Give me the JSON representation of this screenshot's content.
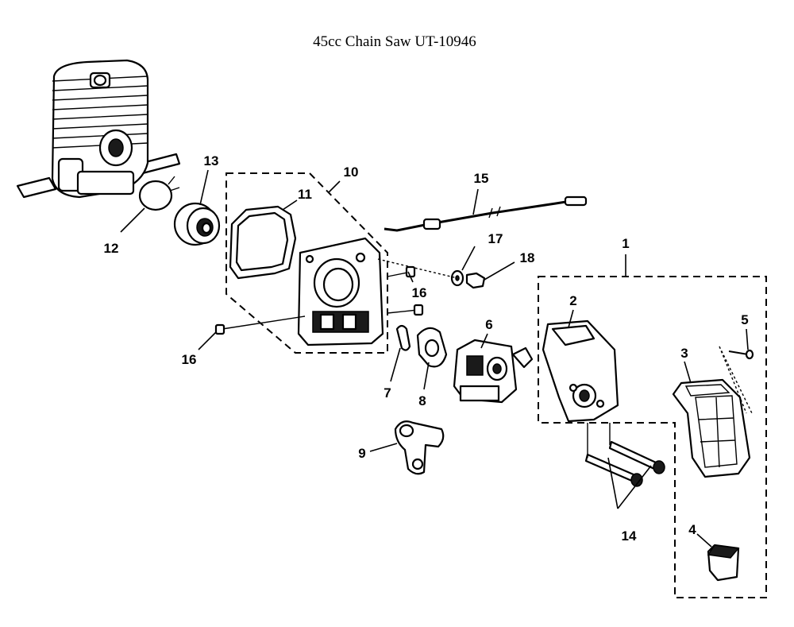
{
  "title": "45cc Chain Saw UT-10946",
  "callouts": [
    "1",
    "2",
    "3",
    "4",
    "5",
    "6",
    "7",
    "8",
    "9",
    "10",
    "11",
    "12",
    "13",
    "14",
    "15",
    "16",
    "16",
    "17",
    "18"
  ]
}
